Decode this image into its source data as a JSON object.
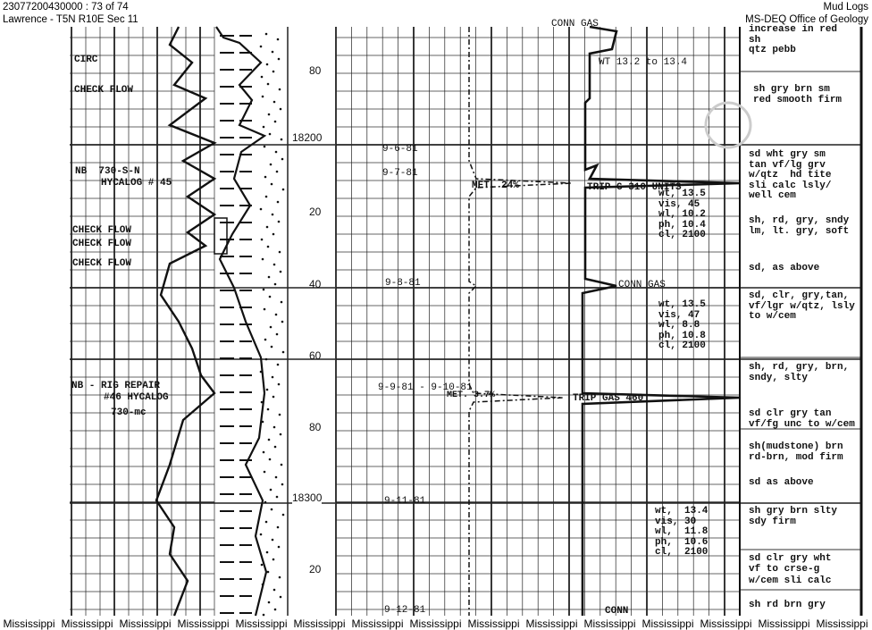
{
  "header": {
    "doc_id": "23077200430000 : 73 of 74",
    "location": "Lawrence - T5N R10E Sec 11",
    "category": "Mud Logs",
    "agency": "MS-DEQ Office of Geology"
  },
  "depths": [
    "80",
    "18200",
    "20",
    "40",
    "60",
    "80",
    "18300",
    "20"
  ],
  "left_notes": [
    "CIRC",
    "CHECK FLOW",
    "NB  730-S-N",
    "HYCALOG # 45",
    "CHECK FLOW",
    "CHECK FLOW",
    "CHECK FLOW",
    "NB - RIG REPAIR",
    "#46 HYCALOG",
    "730-mc"
  ],
  "dates": [
    "9-6-81",
    "9-7-81",
    "9-8-81",
    "9-9-81 - 9-10-81",
    "9-11-81",
    "9-12-81"
  ],
  "gas_notes": [
    "CONN GAS",
    "WT 13.2 to 13.4",
    "MET. 24%",
    "TRIP G 310 UNITS",
    "CONN GAS",
    "MET. 3.7%",
    "TRIP GAS 460",
    "CONN"
  ],
  "mud_props": [
    [
      "wt, 13.5",
      "vis, 45",
      "wl, 10.2",
      "ph, 10.4",
      "cl, 2100"
    ],
    [
      "wt, 13.5",
      "vis, 47",
      "wl, 8.8",
      "ph, 10.8",
      "cl, 2100"
    ],
    [
      "wt,  13.4",
      "vis, 30",
      "wl,  11.8",
      "ph,  10.6",
      "cl,  2100"
    ]
  ],
  "descriptions": [
    "increase in red\nsh\nqtz pebb",
    "sh gry brn sm\nred smooth firm",
    "sd wht gry sm\ntan vf/lg grv\nw/qtz  hd tite\nsli calc lsly/\nwell cem",
    "sh, rd, gry, sndy\nlm, lt. gry, soft",
    "sd, as above",
    "sd, clr, gry,tan,\nvf/lgr w/qtz, lsly\nto w/cem",
    "sh, rd, gry, brn,\nsndy, slty",
    "sd clr gry tan\nvf/fg unc to w/cem",
    "sh(mudstone) brn\nrd-brn, mod firm",
    "sd as above",
    "sh gry brn slty\nsdy firm",
    "sd clr gry wht\nvf to crse-g",
    "w/cem sli calc",
    "sh rd brn gry"
  ],
  "watermark": "Mississippi DEQ",
  "footer": [
    "Mississippi",
    "Mississippi",
    "Mississippi",
    "Mississippi",
    "Mississippi",
    "Mississippi",
    "Mississippi",
    "Mississippi",
    "Mississippi",
    "Mississippi",
    "Mississippi",
    "Mississippi",
    "Mississippi",
    "Mississippi",
    "Mississippi"
  ]
}
